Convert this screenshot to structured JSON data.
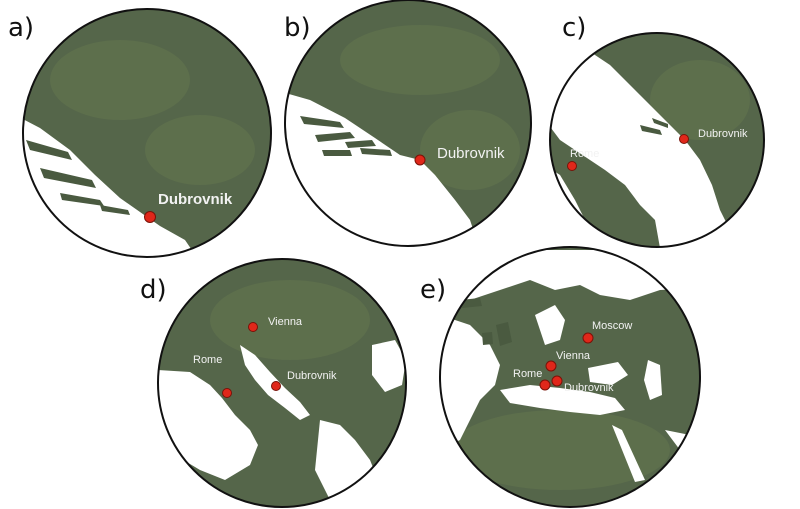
{
  "colors": {
    "land": "#55664a",
    "water": "#ffffff",
    "marker": "#e0271a",
    "marker_stroke": "#7a1208",
    "rim": "#111111",
    "city_text": "#f2f2f2"
  },
  "panels": [
    {
      "id": "a",
      "label": "a)",
      "cities": [
        {
          "name": "Dubrovnik",
          "emphasis": "large-bold"
        }
      ]
    },
    {
      "id": "b",
      "label": "b)",
      "cities": [
        {
          "name": "Dubrovnik",
          "emphasis": "large"
        }
      ]
    },
    {
      "id": "c",
      "label": "c)",
      "cities": [
        {
          "name": "Dubrovnik",
          "emphasis": "small"
        },
        {
          "name": "Rome",
          "emphasis": "small"
        }
      ]
    },
    {
      "id": "d",
      "label": "d)",
      "cities": [
        {
          "name": "Vienna",
          "emphasis": "small"
        },
        {
          "name": "Rome",
          "emphasis": "small"
        },
        {
          "name": "Dubrovnik",
          "emphasis": "small"
        }
      ]
    },
    {
      "id": "e",
      "label": "e)",
      "cities": [
        {
          "name": "Moscow",
          "emphasis": "small"
        },
        {
          "name": "Vienna",
          "emphasis": "small"
        },
        {
          "name": "Rome",
          "emphasis": "small"
        },
        {
          "name": "Dubrovnik",
          "emphasis": "small"
        }
      ]
    }
  ]
}
